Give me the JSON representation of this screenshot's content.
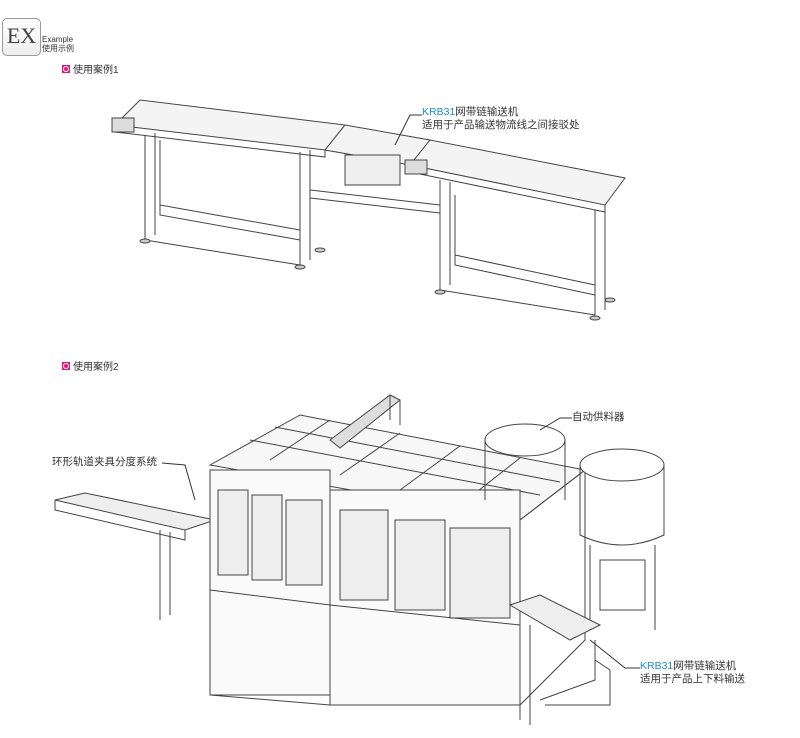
{
  "header": {
    "badge": "EX",
    "caption_en": "Example",
    "caption_cn": "使用示例"
  },
  "case1": {
    "title": "使用案例1",
    "callout": {
      "model": "KRB31",
      "name": "网带链输送机",
      "desc": "适用于产品输送物流线之间接驳处"
    }
  },
  "case2": {
    "title": "使用案例2",
    "label_feeder": "自动供料器",
    "label_indexing": "环形轨道夹具分度系统",
    "callout": {
      "model": "KRB31",
      "name": "网带链输送机",
      "desc": "适用于产品上下料输送"
    }
  },
  "colors": {
    "accent": "#e2187e",
    "model": "#1e8fd0"
  }
}
